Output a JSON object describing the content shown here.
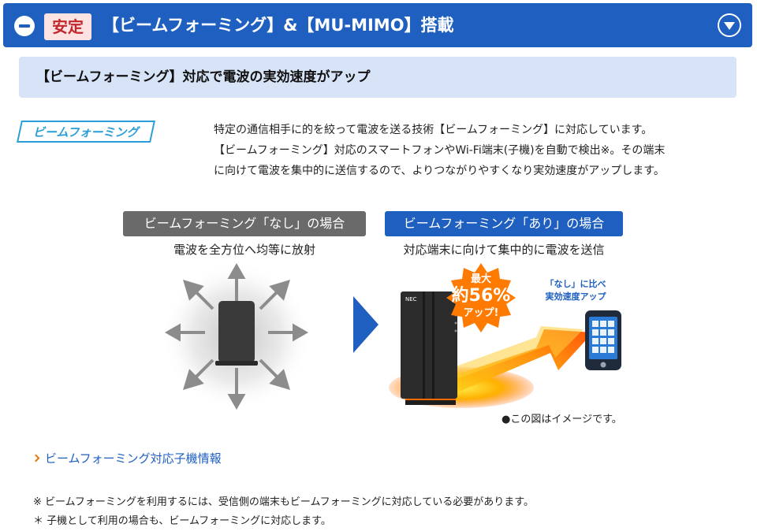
{
  "header": {
    "badge": "安定",
    "title": "【ビームフォーミング】&【MU-MIMO】搭載"
  },
  "subhead": {
    "title": "【ビームフォーミング】対応で電波の実効速度がアップ"
  },
  "logo": {
    "text": "ビームフォーミング"
  },
  "description": {
    "lines": [
      "特定の通信相手に的を絞って電波を送る技術【ビームフォーミング】に対応しています。",
      "【ビームフォーミング】対応のスマートフォンやWi-Fi端末(子機)を自動で検出※。その端末",
      "に向けて電波を集中的に送信するので、よりつながりやすくなり実効速度がアップします。"
    ]
  },
  "comparison": {
    "without": {
      "label": "ビームフォーミング「なし」の場合",
      "caption": "電波を全方位へ均等に放射"
    },
    "with": {
      "label": "ビームフォーミング「あり」の場合",
      "caption": "対応端末に向けて集中的に電波を送信",
      "starburst": [
        "最大",
        "約56%",
        "アップ!"
      ],
      "callout": [
        "「なし」に比べ",
        "実効速度アップ"
      ],
      "router_brand": "NEC"
    },
    "image_note": "●この図はイメージです。"
  },
  "link": {
    "text": "ビームフォーミング対応子機情報"
  },
  "footnotes": [
    "※ ビームフォーミングを利用するには、受信側の端末もビームフォーミングに対応している必要があります。",
    "＊ 子機として利用の場合も、ビームフォーミングに対応します。"
  ],
  "colors": {
    "header_blue": "#1e5fc0",
    "subhead_bg": "#d7e3f6",
    "badge_bg": "#fde4e2",
    "badge_text": "#c2272d",
    "logo_cyan": "#2a9ed6",
    "label_gray": "#6a6a6a",
    "link_chevron": "#e07a10"
  }
}
